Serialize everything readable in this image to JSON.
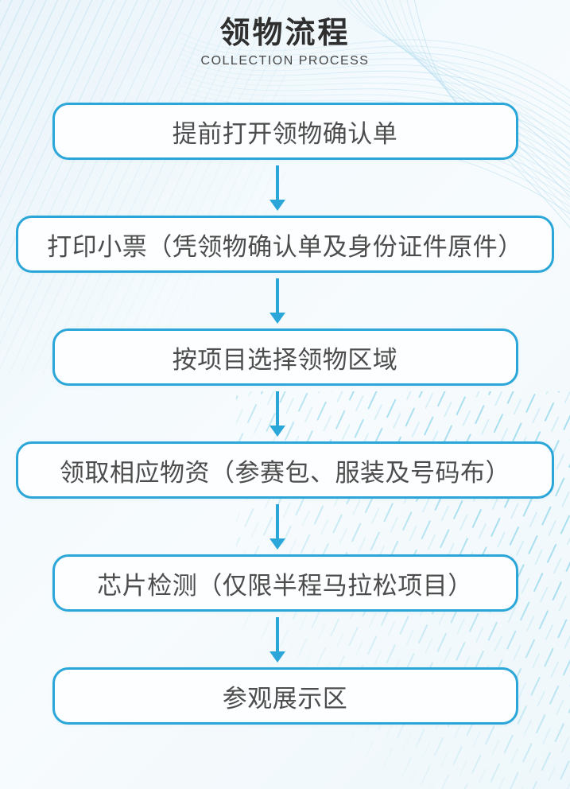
{
  "header": {
    "title": "领物流程",
    "subtitle": "COLLECTION PROCESS"
  },
  "flow": {
    "steps": [
      {
        "label": "提前打开领物确认单",
        "size": "narrow"
      },
      {
        "label": "打印小票（凭领物确认单及身份证件原件）",
        "size": "wide"
      },
      {
        "label": "按项目选择领物区域",
        "size": "narrow"
      },
      {
        "label": "领取相应物资（参赛包、服装及号码布）",
        "size": "wide"
      },
      {
        "label": "芯片检测（仅限半程马拉松项目）",
        "size": "narrow"
      },
      {
        "label": "参观展示区",
        "size": "narrow"
      }
    ]
  },
  "colors": {
    "accent": "#2aa7d8",
    "box-border": "#2aa7d8",
    "box-bg": "#fdfeff",
    "text": "#4d4d4d",
    "title-color": "#2f2f2f",
    "subtitle-color": "#474747",
    "wave-line": "#9ed3ea",
    "dash-line": "#5ec4e2"
  }
}
